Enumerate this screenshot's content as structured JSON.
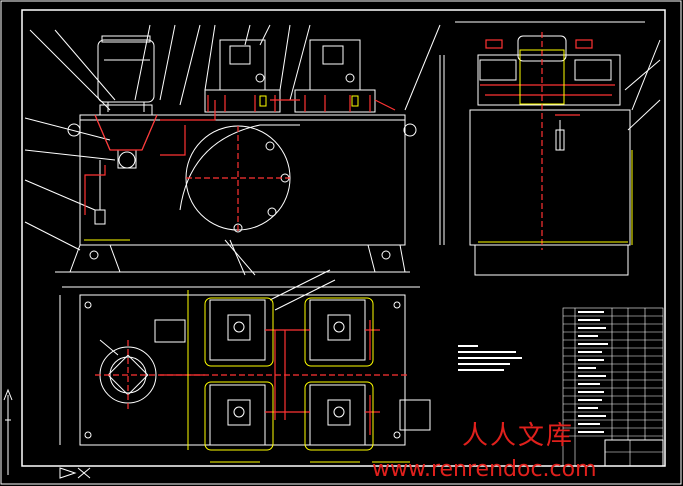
{
  "drawing": {
    "title": "Hydraulic power unit assembly drawing",
    "line_color": "#ffffff",
    "accent_line_color": "#ff3333",
    "highlight_color": "#ffff00",
    "background": "#000000"
  },
  "watermark": {
    "cn_text": "人人文库",
    "url": "www.renrendoc.com"
  },
  "corner_icons": [
    "ucs-axis-icon",
    "ucs-arrow-icon"
  ]
}
